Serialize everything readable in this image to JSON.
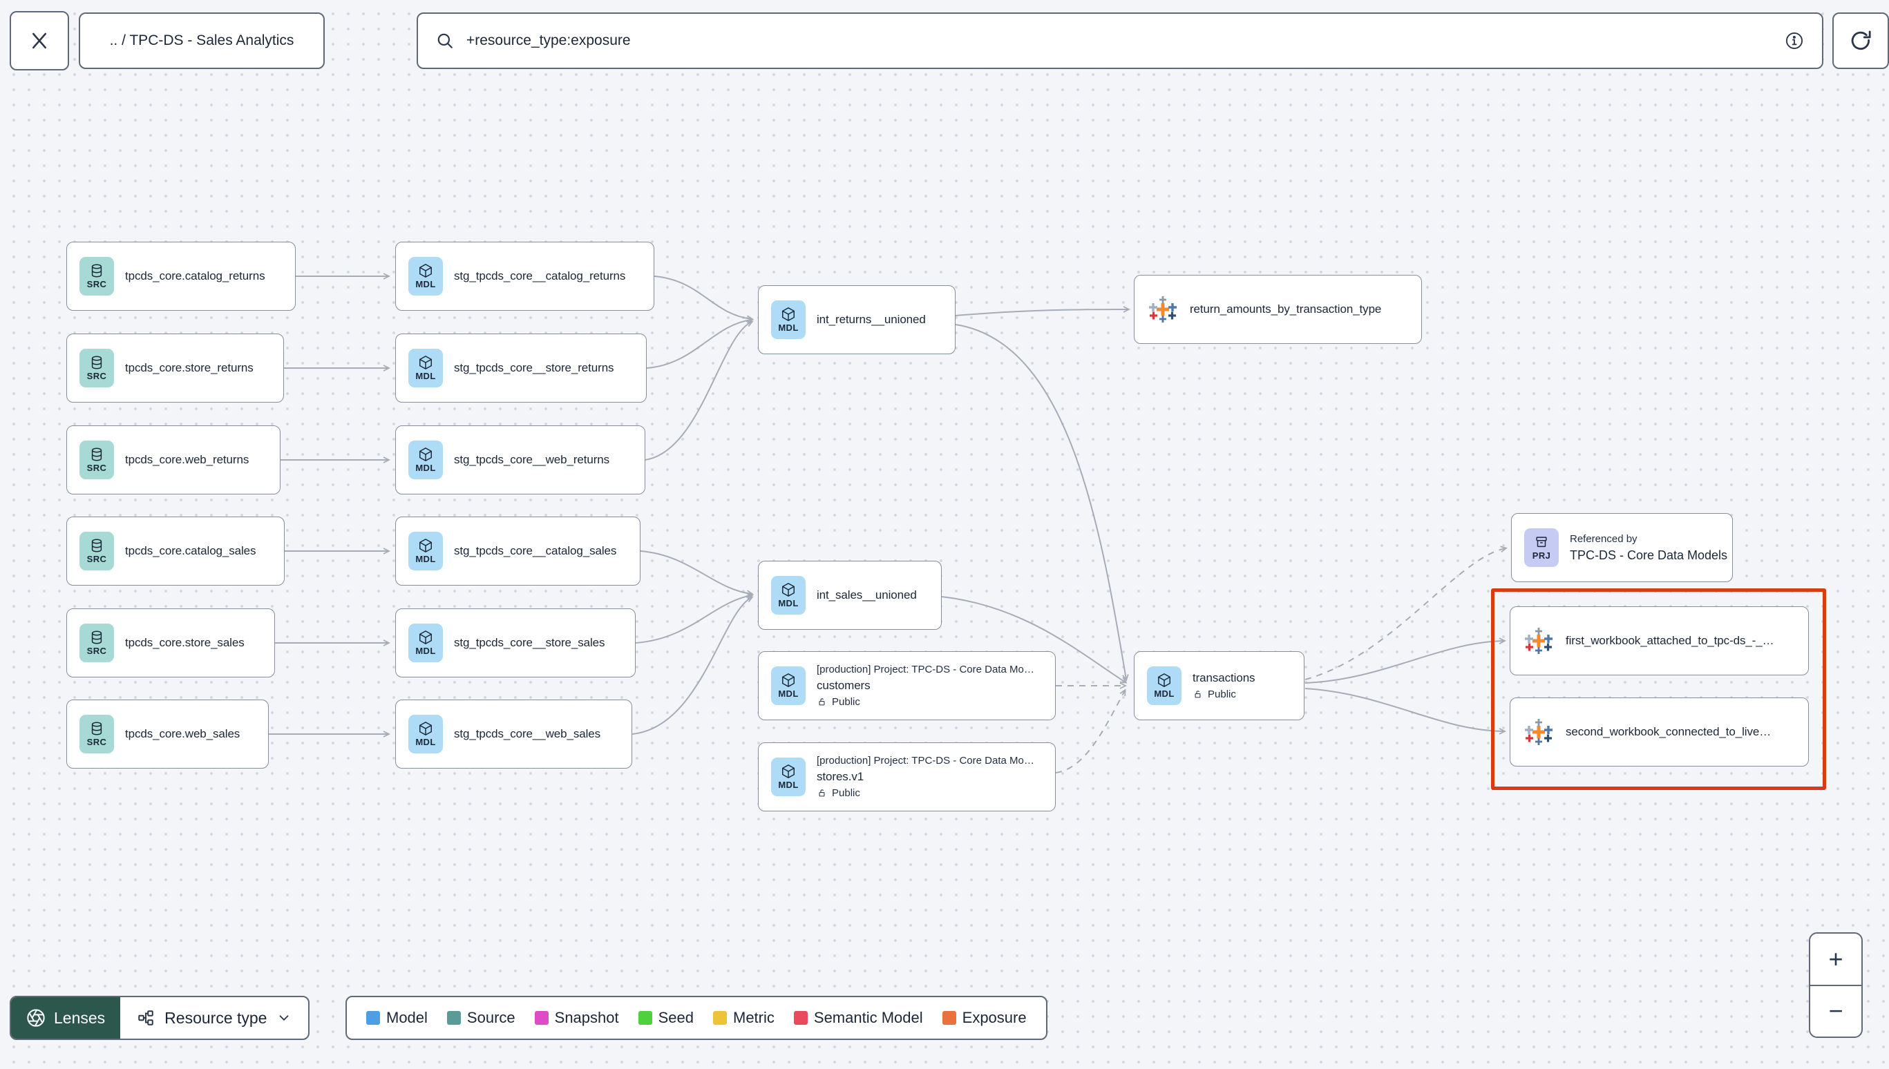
{
  "header": {
    "breadcrumb": ".. / TPC-DS - Sales Analytics",
    "search_value": "+resource_type:exposure"
  },
  "graph": {
    "nodes": [
      {
        "badge": "SRC",
        "title": "tpcds_core.catalog_returns"
      },
      {
        "badge": "SRC",
        "title": "tpcds_core.store_returns"
      },
      {
        "badge": "SRC",
        "title": "tpcds_core.web_returns"
      },
      {
        "badge": "SRC",
        "title": "tpcds_core.catalog_sales"
      },
      {
        "badge": "SRC",
        "title": "tpcds_core.store_sales"
      },
      {
        "badge": "SRC",
        "title": "tpcds_core.web_sales"
      },
      {
        "badge": "MDL",
        "title": "stg_tpcds_core__catalog_returns"
      },
      {
        "badge": "MDL",
        "title": "stg_tpcds_core__store_returns"
      },
      {
        "badge": "MDL",
        "title": "stg_tpcds_core__web_returns"
      },
      {
        "badge": "MDL",
        "title": "stg_tpcds_core__catalog_sales"
      },
      {
        "badge": "MDL",
        "title": "stg_tpcds_core__store_sales"
      },
      {
        "badge": "MDL",
        "title": "stg_tpcds_core__web_sales"
      },
      {
        "badge": "MDL",
        "title": "int_returns__unioned"
      },
      {
        "badge": "MDL",
        "title": "int_sales__unioned"
      },
      {
        "badge": "MDL",
        "project": "[production] Project: TPC-DS - Core Data Mo…",
        "title": "customers",
        "access": "Public"
      },
      {
        "badge": "MDL",
        "project": "[production] Project: TPC-DS - Core Data Mo…",
        "title": "stores.v1",
        "access": "Public"
      },
      {
        "icon": "tableau",
        "title": "return_amounts_by_transaction_type"
      },
      {
        "badge": "MDL",
        "title": "transactions",
        "access": "Public"
      },
      {
        "badge": "PRJ",
        "kicker": "Referenced by",
        "title": "TPC-DS - Core Data Models"
      },
      {
        "icon": "tableau",
        "title": "first_workbook_attached_to_tpc-ds_-_…"
      },
      {
        "icon": "tableau",
        "title": "second_workbook_connected_to_live…"
      }
    ]
  },
  "toolbar": {
    "lenses": "Lenses",
    "resource_type": "Resource type"
  },
  "legend": {
    "items": [
      {
        "label": "Model",
        "color": "#4D9FE3"
      },
      {
        "label": "Source",
        "color": "#5B9A96"
      },
      {
        "label": "Snapshot",
        "color": "#DD4BC6"
      },
      {
        "label": "Seed",
        "color": "#4FD13D"
      },
      {
        "label": "Metric",
        "color": "#EDC438"
      },
      {
        "label": "Semantic Model",
        "color": "#EA4A5E"
      },
      {
        "label": "Exposure",
        "color": "#EA713C"
      }
    ]
  },
  "zoom_controls": {
    "zoom_in": "+",
    "zoom_out": "−"
  }
}
